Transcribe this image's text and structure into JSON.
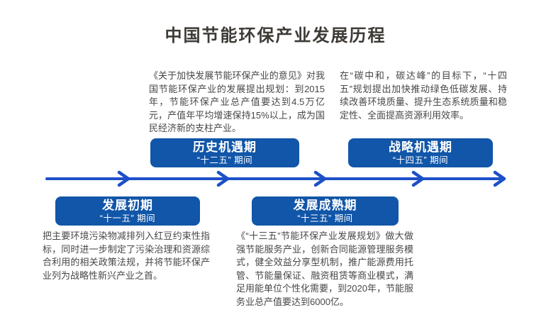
{
  "title": "中国节能环保产业发展历程",
  "colors": {
    "box_blue": "#1156a8",
    "line_blue": "#1d50c8",
    "title_text": "#3e3a36",
    "body_text": "#474747"
  },
  "paragraphs": {
    "top_left": "《关于加快发展节能环保产业的意见》对我国节能环保产业的发展提出规划：到2015年，节能环保产业总产值要达到4.5万亿元，产值年平均增速保持15%以上，成为国民经济新的支柱产业。",
    "top_right": "在“碳中和，碳达峰”的目标下，“十四五”规划提出加快推动绿色低碳发展、持续改善环境质量、提升生态系统质量和稳定性、全面提高资源利用效率。",
    "bottom_left": "把主要环境污染物减排列入红豆约束性指标，同时进一步制定了污染治理和资源综合利用的相关政策法规，并将节能环保产业列为战略性新兴产业之首。",
    "bottom_center": "《“十三五”节能环保产业发展规划》做大做强节能服务产业，创新合同能源管理服务模式，健全效益分享型机制，推广能源费用托管、节能量保证、融资租赁等商业模式，满足用能单位个性化需要，到2020年，节能服务业总产值要达到6000亿。"
  },
  "stages": [
    {
      "name": "历史机遇期",
      "period": "“十二五” 期间",
      "position": "above-timeline"
    },
    {
      "name": "战略机遇期",
      "period": "“十四五” 期间",
      "position": "above-timeline"
    },
    {
      "name": "发展初期",
      "period": "“十一五” 期间",
      "position": "below-timeline"
    },
    {
      "name": "发展成熟期",
      "period": "“十三五” 期间",
      "position": "below-timeline"
    }
  ]
}
